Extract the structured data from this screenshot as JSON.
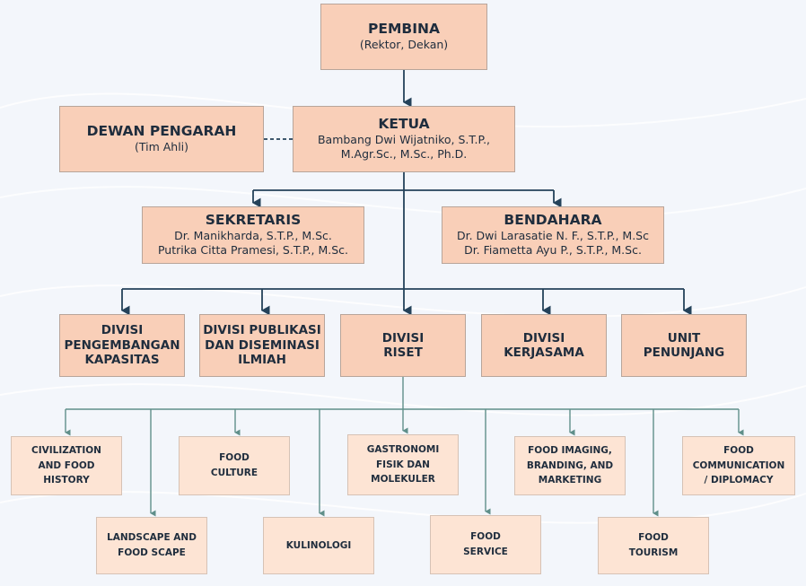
{
  "colors": {
    "line_dark": "#24425a",
    "line_light": "#5f8f8a"
  },
  "pembina": {
    "title": "PEMBINA",
    "sub": [
      "(Rektor, Dekan)"
    ]
  },
  "dewan": {
    "title": "DEWAN PENGARAH",
    "sub": [
      "(Tim Ahli)"
    ]
  },
  "ketua": {
    "title": "KETUA",
    "sub": [
      "Bambang Dwi Wijatniko, S.T.P.,",
      "M.Agr.Sc., M.Sc., Ph.D."
    ]
  },
  "sekretaris": {
    "title": "SEKRETARIS",
    "sub": [
      "Dr. Manikharda, S.T.P., M.Sc.",
      "Putrika Citta Pramesi, S.T.P., M.Sc."
    ]
  },
  "bendahara": {
    "title": "BENDAHARA",
    "sub": [
      "Dr. Dwi Larasatie N. F., S.T.P., M.Sc",
      "Dr. Fiametta Ayu P., S.T.P., M.Sc."
    ]
  },
  "divisions": [
    {
      "title": [
        "DIVISI",
        "PENGEMBANGAN",
        "KAPASITAS"
      ]
    },
    {
      "title": [
        "DIVISI PUBLIKASI",
        "DAN DISEMINASI",
        "ILMIAH"
      ]
    },
    {
      "title": [
        "DIVISI",
        "RISET"
      ]
    },
    {
      "title": [
        "DIVISI",
        "KERJASAMA"
      ]
    },
    {
      "title": [
        "UNIT",
        "PENUNJANG"
      ]
    }
  ],
  "sub_units": [
    {
      "title": [
        "CIVILIZATION",
        "AND FOOD",
        "HISTORY"
      ]
    },
    {
      "title": [
        "LANDSCAPE AND",
        "FOOD SCAPE"
      ]
    },
    {
      "title": [
        "FOOD",
        "CULTURE"
      ]
    },
    {
      "title": [
        "KULINOLOGI"
      ]
    },
    {
      "title": [
        "GASTRONOMI",
        "FISIK DAN",
        "MOLEKULER"
      ]
    },
    {
      "title": [
        "FOOD",
        "SERVICE"
      ]
    },
    {
      "title": [
        "FOOD IMAGING,",
        "BRANDING, AND",
        "MARKETING"
      ]
    },
    {
      "title": [
        "FOOD",
        "TOURISM"
      ]
    },
    {
      "title": [
        "FOOD",
        "COMMUNICATION",
        "/ DIPLOMACY"
      ]
    }
  ]
}
